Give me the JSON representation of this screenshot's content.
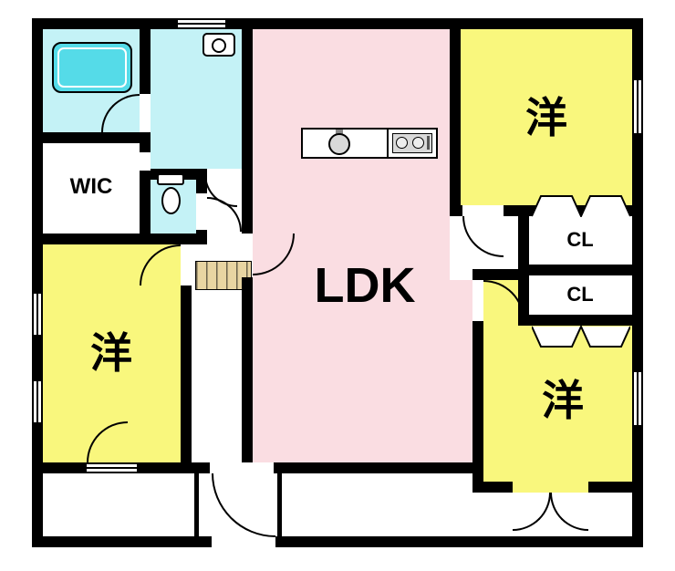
{
  "rooms": {
    "ldk": {
      "label": "LDK"
    },
    "western_top_right": {
      "label": "洋"
    },
    "western_bottom_right": {
      "label": "洋"
    },
    "western_bottom_left": {
      "label": "洋"
    },
    "wic": {
      "label": "WIC"
    },
    "closet_upper": {
      "label": "CL"
    },
    "closet_lower": {
      "label": "CL"
    }
  },
  "colors": {
    "wall": "#000000",
    "wet": "#c4f2f6",
    "western": "#f9f77d",
    "ldk": "#fadde2",
    "tub": "#55dbe8",
    "step": "#e8d5a2",
    "gray": "#d9d9d9"
  },
  "icons": {
    "bathtub-icon": "rounded rectangle with inner white outline",
    "toilet-icon": "tank rectangle + oval bowl",
    "washbasin-icon": "rounded box with circular bowl",
    "kitchen-sink-icon": "gray circle with faucet",
    "stove-icon": "gray rectangle with two burner circles",
    "folding-door-icon": "white trapezoid zigzag",
    "door-swing-icon": "quarter-circle swing arc"
  }
}
